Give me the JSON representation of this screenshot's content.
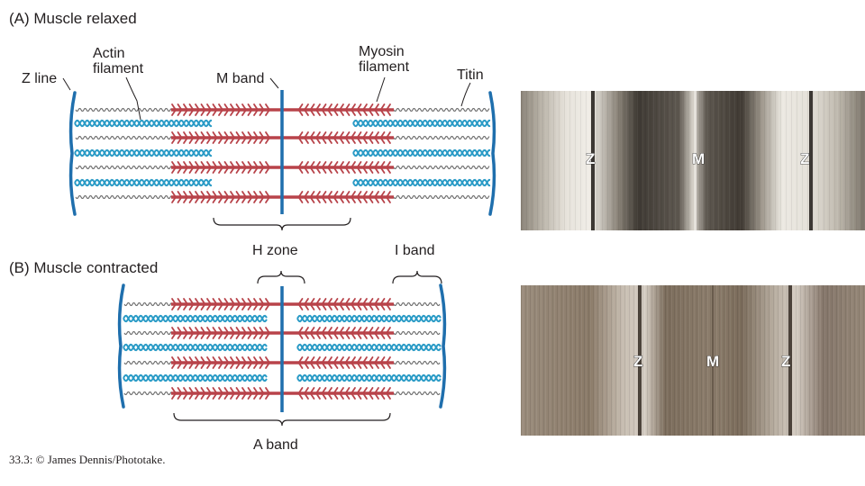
{
  "panel_a": {
    "title": "(A)  Muscle relaxed",
    "labels": {
      "z_line": "Z line",
      "actin_line1": "Actin",
      "actin_line2": "filament",
      "m_band": "M band",
      "myosin_line1": "Myosin",
      "myosin_line2": "filament",
      "titin": "Titin"
    },
    "bracket_labels": {
      "h_zone": "H zone",
      "i_band": "I band"
    }
  },
  "panel_b": {
    "title": "(B)  Muscle contracted",
    "bracket_labels": {
      "a_band": "A band"
    }
  },
  "micrograph_relaxed": {
    "z_left": "Z",
    "m": "M",
    "z_right": "Z"
  },
  "micrograph_contracted": {
    "z_left": "Z",
    "m": "M",
    "z_right": "Z"
  },
  "credit": "33.3: © James Dennis/Phototake.",
  "colors": {
    "myosin": "#b8434a",
    "actin": "#2a9bc6",
    "z_line": "#1f6fad",
    "titin": "#6f6f6f"
  }
}
